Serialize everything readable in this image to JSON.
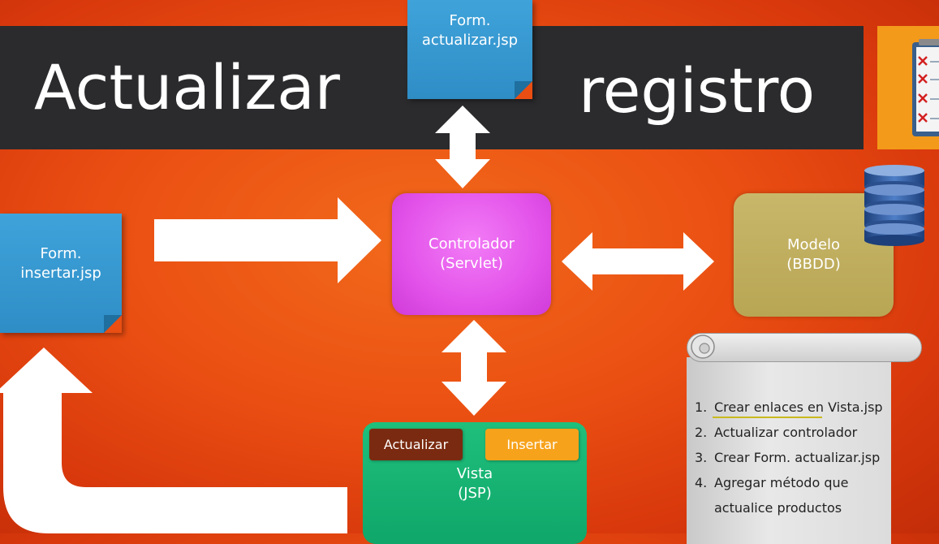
{
  "title": {
    "word1": "Actualizar",
    "word2": "registro"
  },
  "notes": {
    "actualizar": {
      "line1": "Form.",
      "line2": "actualizar.jsp"
    },
    "insertar": {
      "line1": "Form.",
      "line2": "insertar.jsp"
    }
  },
  "controller": {
    "line1": "Controlador",
    "line2": "(Servlet)"
  },
  "model": {
    "line1": "Modelo",
    "line2": "(BBDD)"
  },
  "vista": {
    "line1": "Vista",
    "line2": "(JSP)",
    "buttons": {
      "actualizar": "Actualizar",
      "insertar": "Insertar"
    }
  },
  "steps": [
    {
      "n": "1.",
      "text": "Crear enlaces en Vista.jsp"
    },
    {
      "n": "2.",
      "text": "Actualizar controlador"
    },
    {
      "n": "3.",
      "text": "Crear Form. actualizar.jsp"
    },
    {
      "n": "4.",
      "text": "Agregar método que"
    },
    {
      "n": "",
      "text": "actualice productos"
    }
  ],
  "icons": [
    "clipboard-checklist-icon",
    "database-icon"
  ],
  "colors": {
    "background": "#ea4e12",
    "title_bar": "#2b2b2d",
    "note": "#3fa3da",
    "controller": "#e353ea",
    "model": "#b8a654",
    "vista": "#0fa76a",
    "btn_actualizar": "#7a2a10",
    "btn_insertar": "#f7a21b"
  }
}
